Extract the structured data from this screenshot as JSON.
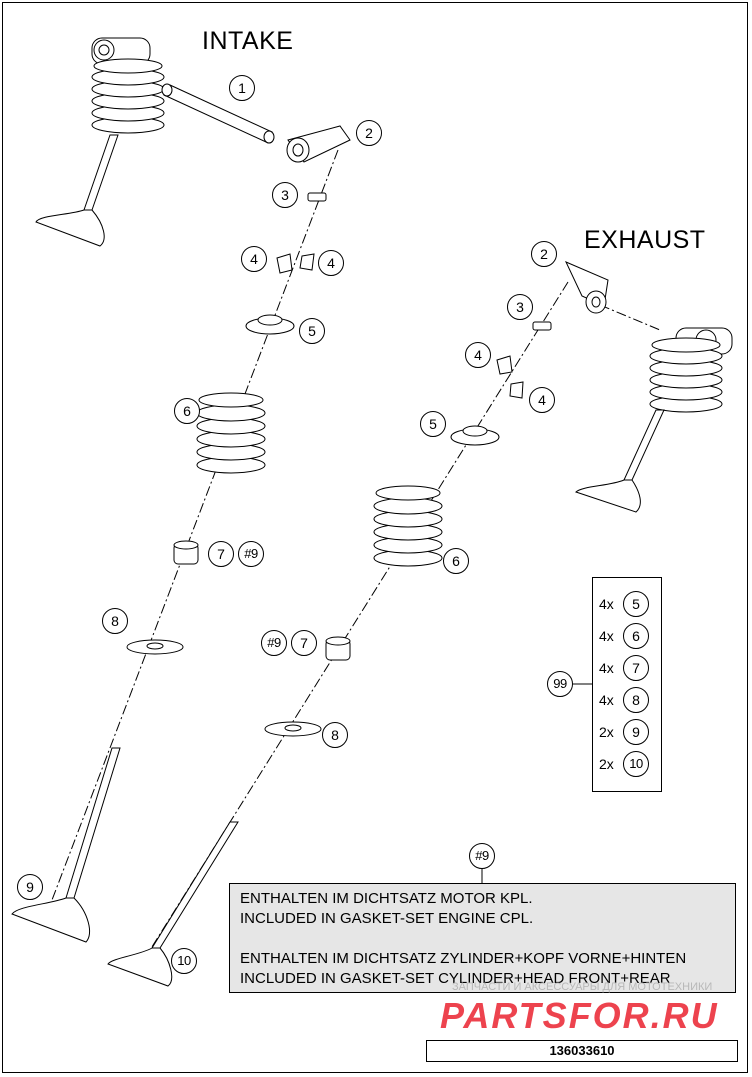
{
  "diagram": {
    "title_intake": "INTAKE",
    "title_exhaust": "EXHAUST",
    "callouts": {
      "c1": "1",
      "c2a": "2",
      "c3a": "3",
      "c4a": "4",
      "c4b": "4",
      "c5a": "5",
      "c6a": "6",
      "c7a": "7",
      "c9a": "#9",
      "c8a": "8",
      "c9": "9",
      "c2b": "2",
      "c3b": "3",
      "c4c": "4",
      "c4d": "4",
      "c5b": "5",
      "c6b": "6",
      "c9b": "#9",
      "c7b": "7",
      "c8b": "8",
      "c10": "10",
      "c99": "99",
      "cnote": "#9"
    },
    "kit": [
      {
        "qty": "4x",
        "part": "5"
      },
      {
        "qty": "4x",
        "part": "6"
      },
      {
        "qty": "4x",
        "part": "7"
      },
      {
        "qty": "4x",
        "part": "8"
      },
      {
        "qty": "2x",
        "part": "9"
      },
      {
        "qty": "2x",
        "part": "10"
      }
    ],
    "note": {
      "line1": "ENTHALTEN IM DICHTSATZ MOTOR KPL.",
      "line2": "INCLUDED IN GASKET-SET ENGINE CPL.",
      "line3": "ENTHALTEN IM DICHTSATZ ZYLINDER+KOPF VORNE+HINTEN",
      "line4": "INCLUDED IN GASKET-SET CYLINDER+HEAD FRONT+REAR"
    },
    "part_number": "136033610",
    "watermark_small": "ЗАПЧАСТИ И АКСЕССУАРЫ ДЛЯ МОТОТЕХНИКИ",
    "watermark": "PARTSFOR.RU"
  }
}
